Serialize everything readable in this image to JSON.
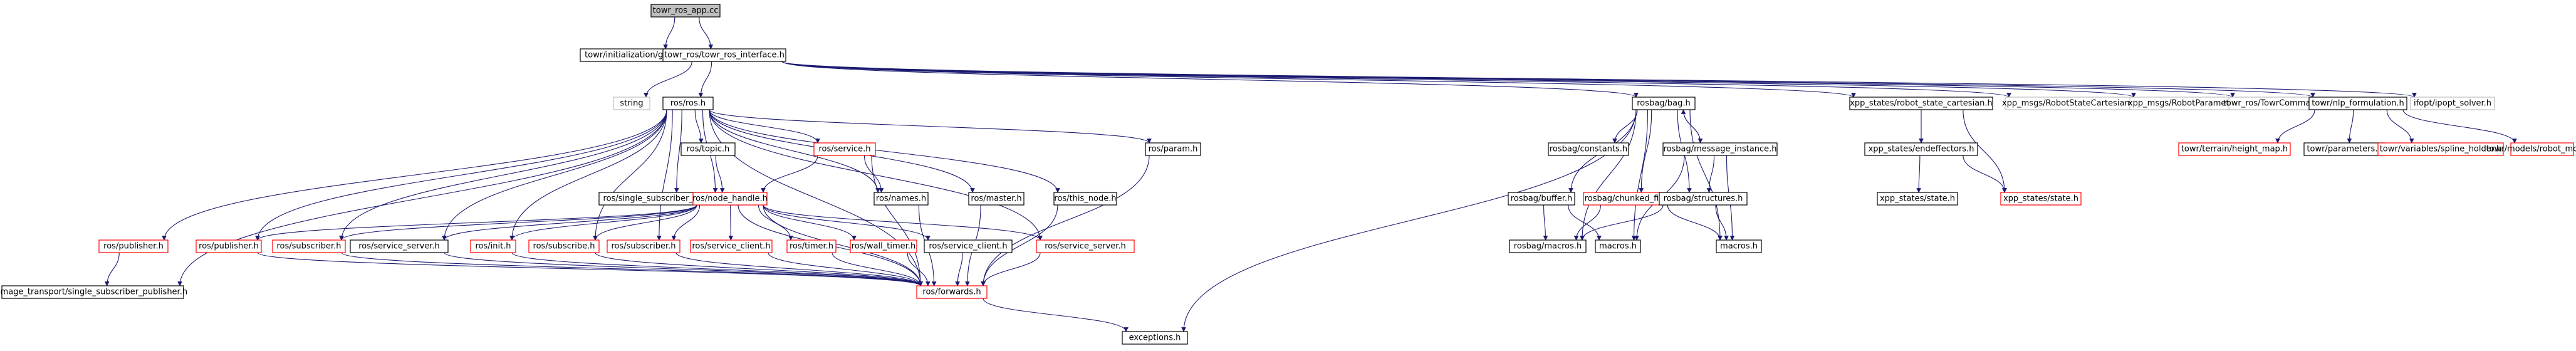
{
  "styles": {
    "root": {
      "fill": "#bfbfbf",
      "stroke": "#000000"
    },
    "normal": {
      "fill": "#ffffff",
      "stroke": "#000000"
    },
    "red": {
      "fill": "#ffffff",
      "stroke": "#ff0000"
    },
    "gray": {
      "fill": "#ffffff",
      "stroke": "#bfbfbf"
    },
    "edge_color": "#191970"
  },
  "nodes": [
    {
      "id": "n_app",
      "label": "towr_ros_app.cc",
      "style": "root"
    },
    {
      "id": "n_gait_gen",
      "label": "towr/initialization/gait_generator.h",
      "style": "normal"
    },
    {
      "id": "n_towr_if",
      "label": "towr_ros/towr_ros_interface.h",
      "style": "normal"
    },
    {
      "id": "n_string",
      "label": "string",
      "style": "gray"
    },
    {
      "id": "n_ros",
      "label": "ros/ros.h",
      "style": "normal"
    },
    {
      "id": "n_bag",
      "label": "rosbag/bag.h",
      "style": "normal"
    },
    {
      "id": "n_xpp_rsc",
      "label": "xpp_states/robot_state_cartesian.h",
      "style": "normal"
    },
    {
      "id": "n_xpp_msg_rsc",
      "label": "xpp_msgs/RobotStateCartesian.h",
      "style": "gray"
    },
    {
      "id": "n_xpp_msg_rp",
      "label": "xpp_msgs/RobotParameters.h",
      "style": "gray"
    },
    {
      "id": "n_towr_cmd",
      "label": "towr_ros/TowrCommand.h",
      "style": "gray"
    },
    {
      "id": "n_nlp",
      "label": "towr/nlp_formulation.h",
      "style": "normal"
    },
    {
      "id": "n_ipopt",
      "label": "ifopt/ipopt_solver.h",
      "style": "gray"
    },
    {
      "id": "n_topic",
      "label": "ros/topic.h",
      "style": "normal"
    },
    {
      "id": "n_service",
      "label": "ros/service.h",
      "style": "red"
    },
    {
      "id": "n_param",
      "label": "ros/param.h",
      "style": "normal"
    },
    {
      "id": "n_rosbag_const",
      "label": "rosbag/constants.h",
      "style": "normal"
    },
    {
      "id": "n_msg_inst",
      "label": "rosbag/message_instance.h",
      "style": "normal"
    },
    {
      "id": "n_xpp_endeff",
      "label": "xpp_states/endeffectors.h",
      "style": "normal"
    },
    {
      "id": "n_height_map",
      "label": "towr/terrain/height_map.h",
      "style": "red"
    },
    {
      "id": "n_towr_params",
      "label": "towr/parameters.h",
      "style": "normal"
    },
    {
      "id": "n_spline_holder",
      "label": "towr/variables/spline_holder.h",
      "style": "red"
    },
    {
      "id": "n_robot_model",
      "label": "towr/models/robot_model.h",
      "style": "red"
    },
    {
      "id": "n_ssp",
      "label": "ros/single_subscriber_publisher.h",
      "style": "normal"
    },
    {
      "id": "n_names",
      "label": "ros/names.h",
      "style": "normal"
    },
    {
      "id": "n_master",
      "label": "ros/master.h",
      "style": "normal"
    },
    {
      "id": "n_this_node",
      "label": "ros/this_node.h",
      "style": "normal"
    },
    {
      "id": "n_node_handle",
      "label": "ros/node_handle.h",
      "style": "red"
    },
    {
      "id": "n_buffer",
      "label": "rosbag/buffer.h",
      "style": "normal"
    },
    {
      "id": "n_chunked",
      "label": "rosbag/chunked_file.h",
      "style": "red"
    },
    {
      "id": "n_structures",
      "label": "rosbag/structures.h",
      "style": "normal"
    },
    {
      "id": "n_xpp_state",
      "label": "xpp_states/state.h",
      "style": "normal"
    },
    {
      "id": "n_xpp_state_red",
      "label": "xpp_states/state.h",
      "style": "red"
    },
    {
      "id": "n_publisher_l",
      "label": "ros/publisher.h",
      "style": "red"
    },
    {
      "id": "n_publisher",
      "label": "ros/publisher.h",
      "style": "red"
    },
    {
      "id": "n_subscriber",
      "label": "ros/subscriber.h",
      "style": "red"
    },
    {
      "id": "n_service_server",
      "label": "ros/service_server.h",
      "style": "normal"
    },
    {
      "id": "n_init",
      "label": "ros/init.h",
      "style": "red"
    },
    {
      "id": "n_subscribe",
      "label": "ros/subscribe.h",
      "style": "red"
    },
    {
      "id": "n_subscriber2",
      "label": "ros/subscriber.h",
      "style": "red"
    },
    {
      "id": "n_service_client",
      "label": "ros/service_client.h",
      "style": "red"
    },
    {
      "id": "n_timer",
      "label": "ros/timer.h",
      "style": "red"
    },
    {
      "id": "n_wall_timer",
      "label": "ros/wall_timer.h",
      "style": "red"
    },
    {
      "id": "n_service_client2",
      "label": "ros/service_client.h",
      "style": "normal"
    },
    {
      "id": "n_service_server2",
      "label": "ros/service_server.h",
      "style": "red"
    },
    {
      "id": "n_rosbag_macros",
      "label": "rosbag/macros.h",
      "style": "normal"
    },
    {
      "id": "n_macros1",
      "label": "macros.h",
      "style": "normal"
    },
    {
      "id": "n_macros2",
      "label": "macros.h",
      "style": "normal"
    },
    {
      "id": "n_img_ssp",
      "label": "image_transport/single_subscriber_publisher.h",
      "style": "normal"
    },
    {
      "id": "n_forwards",
      "label": "ros/forwards.h",
      "style": "red"
    },
    {
      "id": "n_exceptions",
      "label": "exceptions.h",
      "style": "normal"
    }
  ],
  "edges": [
    [
      "n_app",
      "n_gait_gen"
    ],
    [
      "n_app",
      "n_towr_if"
    ],
    [
      "n_towr_if",
      "n_string"
    ],
    [
      "n_towr_if",
      "n_ros"
    ],
    [
      "n_towr_if",
      "n_bag"
    ],
    [
      "n_towr_if",
      "n_xpp_rsc"
    ],
    [
      "n_towr_if",
      "n_xpp_msg_rsc"
    ],
    [
      "n_towr_if",
      "n_xpp_msg_rp"
    ],
    [
      "n_towr_if",
      "n_towr_cmd"
    ],
    [
      "n_towr_if",
      "n_nlp"
    ],
    [
      "n_towr_if",
      "n_ipopt"
    ],
    [
      "n_ros",
      "n_topic"
    ],
    [
      "n_ros",
      "n_service"
    ],
    [
      "n_ros",
      "n_param"
    ],
    [
      "n_ros",
      "n_ssp"
    ],
    [
      "n_ros",
      "n_names"
    ],
    [
      "n_ros",
      "n_master"
    ],
    [
      "n_ros",
      "n_this_node"
    ],
    [
      "n_ros",
      "n_node_handle"
    ],
    [
      "n_ros",
      "n_publisher_l"
    ],
    [
      "n_ros",
      "n_publisher"
    ],
    [
      "n_ros",
      "n_subscriber"
    ],
    [
      "n_ros",
      "n_service_server"
    ],
    [
      "n_ros",
      "n_init"
    ],
    [
      "n_ros",
      "n_subscribe"
    ],
    [
      "n_ros",
      "n_subscriber2"
    ],
    [
      "n_ros",
      "n_service_server2"
    ],
    [
      "n_ros",
      "n_img_ssp"
    ],
    [
      "n_ros",
      "n_forwards"
    ],
    [
      "n_topic",
      "n_node_handle"
    ],
    [
      "n_service",
      "n_node_handle"
    ],
    [
      "n_service",
      "n_names"
    ],
    [
      "n_service",
      "n_forwards"
    ],
    [
      "n_param",
      "n_forwards"
    ],
    [
      "n_ssp",
      "n_forwards"
    ],
    [
      "n_names",
      "n_forwards"
    ],
    [
      "n_master",
      "n_forwards"
    ],
    [
      "n_this_node",
      "n_forwards"
    ],
    [
      "n_node_handle",
      "n_publisher"
    ],
    [
      "n_node_handle",
      "n_subscriber"
    ],
    [
      "n_node_handle",
      "n_service_server"
    ],
    [
      "n_node_handle",
      "n_init"
    ],
    [
      "n_node_handle",
      "n_subscribe"
    ],
    [
      "n_node_handle",
      "n_subscriber2"
    ],
    [
      "n_node_handle",
      "n_service_client"
    ],
    [
      "n_node_handle",
      "n_timer"
    ],
    [
      "n_node_handle",
      "n_wall_timer"
    ],
    [
      "n_node_handle",
      "n_service_client2"
    ],
    [
      "n_node_handle",
      "n_service_server2"
    ],
    [
      "n_node_handle",
      "n_forwards"
    ],
    [
      "n_publisher_l",
      "n_img_ssp"
    ],
    [
      "n_publisher",
      "n_forwards"
    ],
    [
      "n_subscriber",
      "n_forwards"
    ],
    [
      "n_service_server",
      "n_forwards"
    ],
    [
      "n_init",
      "n_forwards"
    ],
    [
      "n_subscribe",
      "n_forwards"
    ],
    [
      "n_subscriber2",
      "n_forwards"
    ],
    [
      "n_service_client",
      "n_forwards"
    ],
    [
      "n_timer",
      "n_forwards"
    ],
    [
      "n_wall_timer",
      "n_forwards"
    ],
    [
      "n_service_client2",
      "n_forwards"
    ],
    [
      "n_service_server2",
      "n_forwards"
    ],
    [
      "n_forwards",
      "n_exceptions"
    ],
    [
      "n_bag",
      "n_rosbag_const"
    ],
    [
      "n_bag",
      "n_msg_inst"
    ],
    [
      "n_bag",
      "n_buffer"
    ],
    [
      "n_bag",
      "n_chunked"
    ],
    [
      "n_bag",
      "n_structures"
    ],
    [
      "n_bag",
      "n_rosbag_macros"
    ],
    [
      "n_bag",
      "n_macros1"
    ],
    [
      "n_bag",
      "n_macros2"
    ],
    [
      "n_bag",
      "n_exceptions"
    ],
    [
      "n_msg_inst",
      "n_bag"
    ],
    [
      "n_msg_inst",
      "n_structures"
    ],
    [
      "n_msg_inst",
      "n_macros1"
    ],
    [
      "n_msg_inst",
      "n_macros2"
    ],
    [
      "n_buffer",
      "n_rosbag_macros"
    ],
    [
      "n_buffer",
      "n_macros1"
    ],
    [
      "n_chunked",
      "n_rosbag_macros"
    ],
    [
      "n_chunked",
      "n_macros2"
    ],
    [
      "n_structures",
      "n_rosbag_macros"
    ],
    [
      "n_structures",
      "n_macros2"
    ],
    [
      "n_xpp_rsc",
      "n_xpp_endeff"
    ],
    [
      "n_xpp_rsc",
      "n_xpp_state_red"
    ],
    [
      "n_xpp_endeff",
      "n_xpp_state"
    ],
    [
      "n_xpp_endeff",
      "n_xpp_state_red"
    ],
    [
      "n_nlp",
      "n_height_map"
    ],
    [
      "n_nlp",
      "n_towr_params"
    ],
    [
      "n_nlp",
      "n_spline_holder"
    ],
    [
      "n_nlp",
      "n_robot_model"
    ]
  ]
}
